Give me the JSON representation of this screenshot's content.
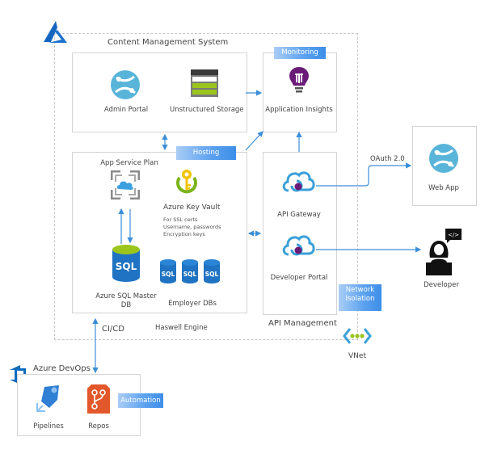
{
  "diagram": {
    "outer_region": "Azure",
    "cms": {
      "title": "Content Management System",
      "items": [
        {
          "label": "Admin Portal",
          "icon": "app-service-globe-icon"
        },
        {
          "label": "Unstructured Storage",
          "icon": "storage-icon"
        }
      ]
    },
    "monitoring": {
      "tag": "Monitoring",
      "item": {
        "label": "Application Insights",
        "icon": "lightbulb-icon"
      }
    },
    "haswell": {
      "title": "Haswell Engine",
      "tag": "Hosting",
      "app_service_plan": {
        "label": "App Service Plan",
        "icon": "app-service-plan-icon"
      },
      "key_vault": {
        "label": "Azure Key Vault",
        "icon": "key-vault-icon",
        "notes": [
          "For SSL certs",
          "Username, passwords",
          "Encryption keys"
        ]
      },
      "sql_master": {
        "label_line1": "Azure SQL Master",
        "label_line2": "DB",
        "icon": "sql-database-icon",
        "icon_text": "SQL"
      },
      "employer_dbs": {
        "label": "Employer DBs",
        "icon": "sql-database-icon",
        "icon_text": "SQL",
        "count": 3
      }
    },
    "api_management": {
      "title": "API Management",
      "items": [
        {
          "label": "API Gateway",
          "icon": "api-cloud-icon"
        },
        {
          "label": "Developer Portal",
          "icon": "api-cloud-icon"
        }
      ]
    },
    "network_isolation": {
      "line1": "Network",
      "line2": "Isolation"
    },
    "vnet": {
      "label": "VNet",
      "icon": "vnet-icon"
    },
    "web_app": {
      "label": "Web App",
      "icon": "app-service-globe-icon"
    },
    "oauth": {
      "label": "OAuth 2.0"
    },
    "developer": {
      "label": "Developer",
      "icon": "developer-person-icon",
      "bubble_text": "</>"
    },
    "cicd": {
      "label": "CI/CD"
    },
    "devops": {
      "title": "Azure DevOps",
      "tag": "Automation",
      "items": [
        {
          "label": "Pipelines",
          "icon": "pipelines-icon"
        },
        {
          "label": "Repos",
          "icon": "repos-icon"
        }
      ]
    }
  },
  "colors": {
    "accent_blue": "#3b8ed8",
    "azure_blue": "#0f6cbd",
    "sql_blue": "#1f73c2",
    "lime": "#9bc51d",
    "purple": "#6a1b78",
    "repos_orange": "#e2582a",
    "key_yellow": "#f2c400"
  }
}
